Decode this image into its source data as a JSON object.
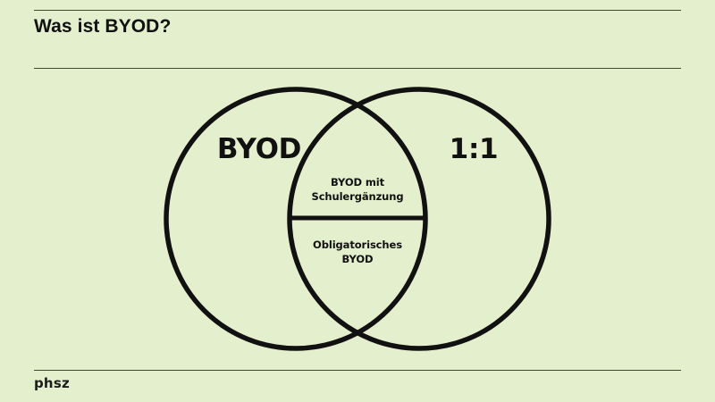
{
  "slide": {
    "title": "Was ist BYOD?",
    "footer_brand": "phsz",
    "background_color": "#e4f0cd",
    "ink_color": "#111111",
    "rule_color": "#3d4a33"
  },
  "diagram": {
    "type": "venn",
    "left_circle_label": "BYOD",
    "right_circle_label": "1:1",
    "overlap_top_line1": "BYOD mit",
    "overlap_top_line2": "Schulergänzung",
    "overlap_bottom_line1": "Obligatorisches",
    "overlap_bottom_line2": "BYOD",
    "stroke_color": "#111111",
    "fill_color": "none"
  }
}
